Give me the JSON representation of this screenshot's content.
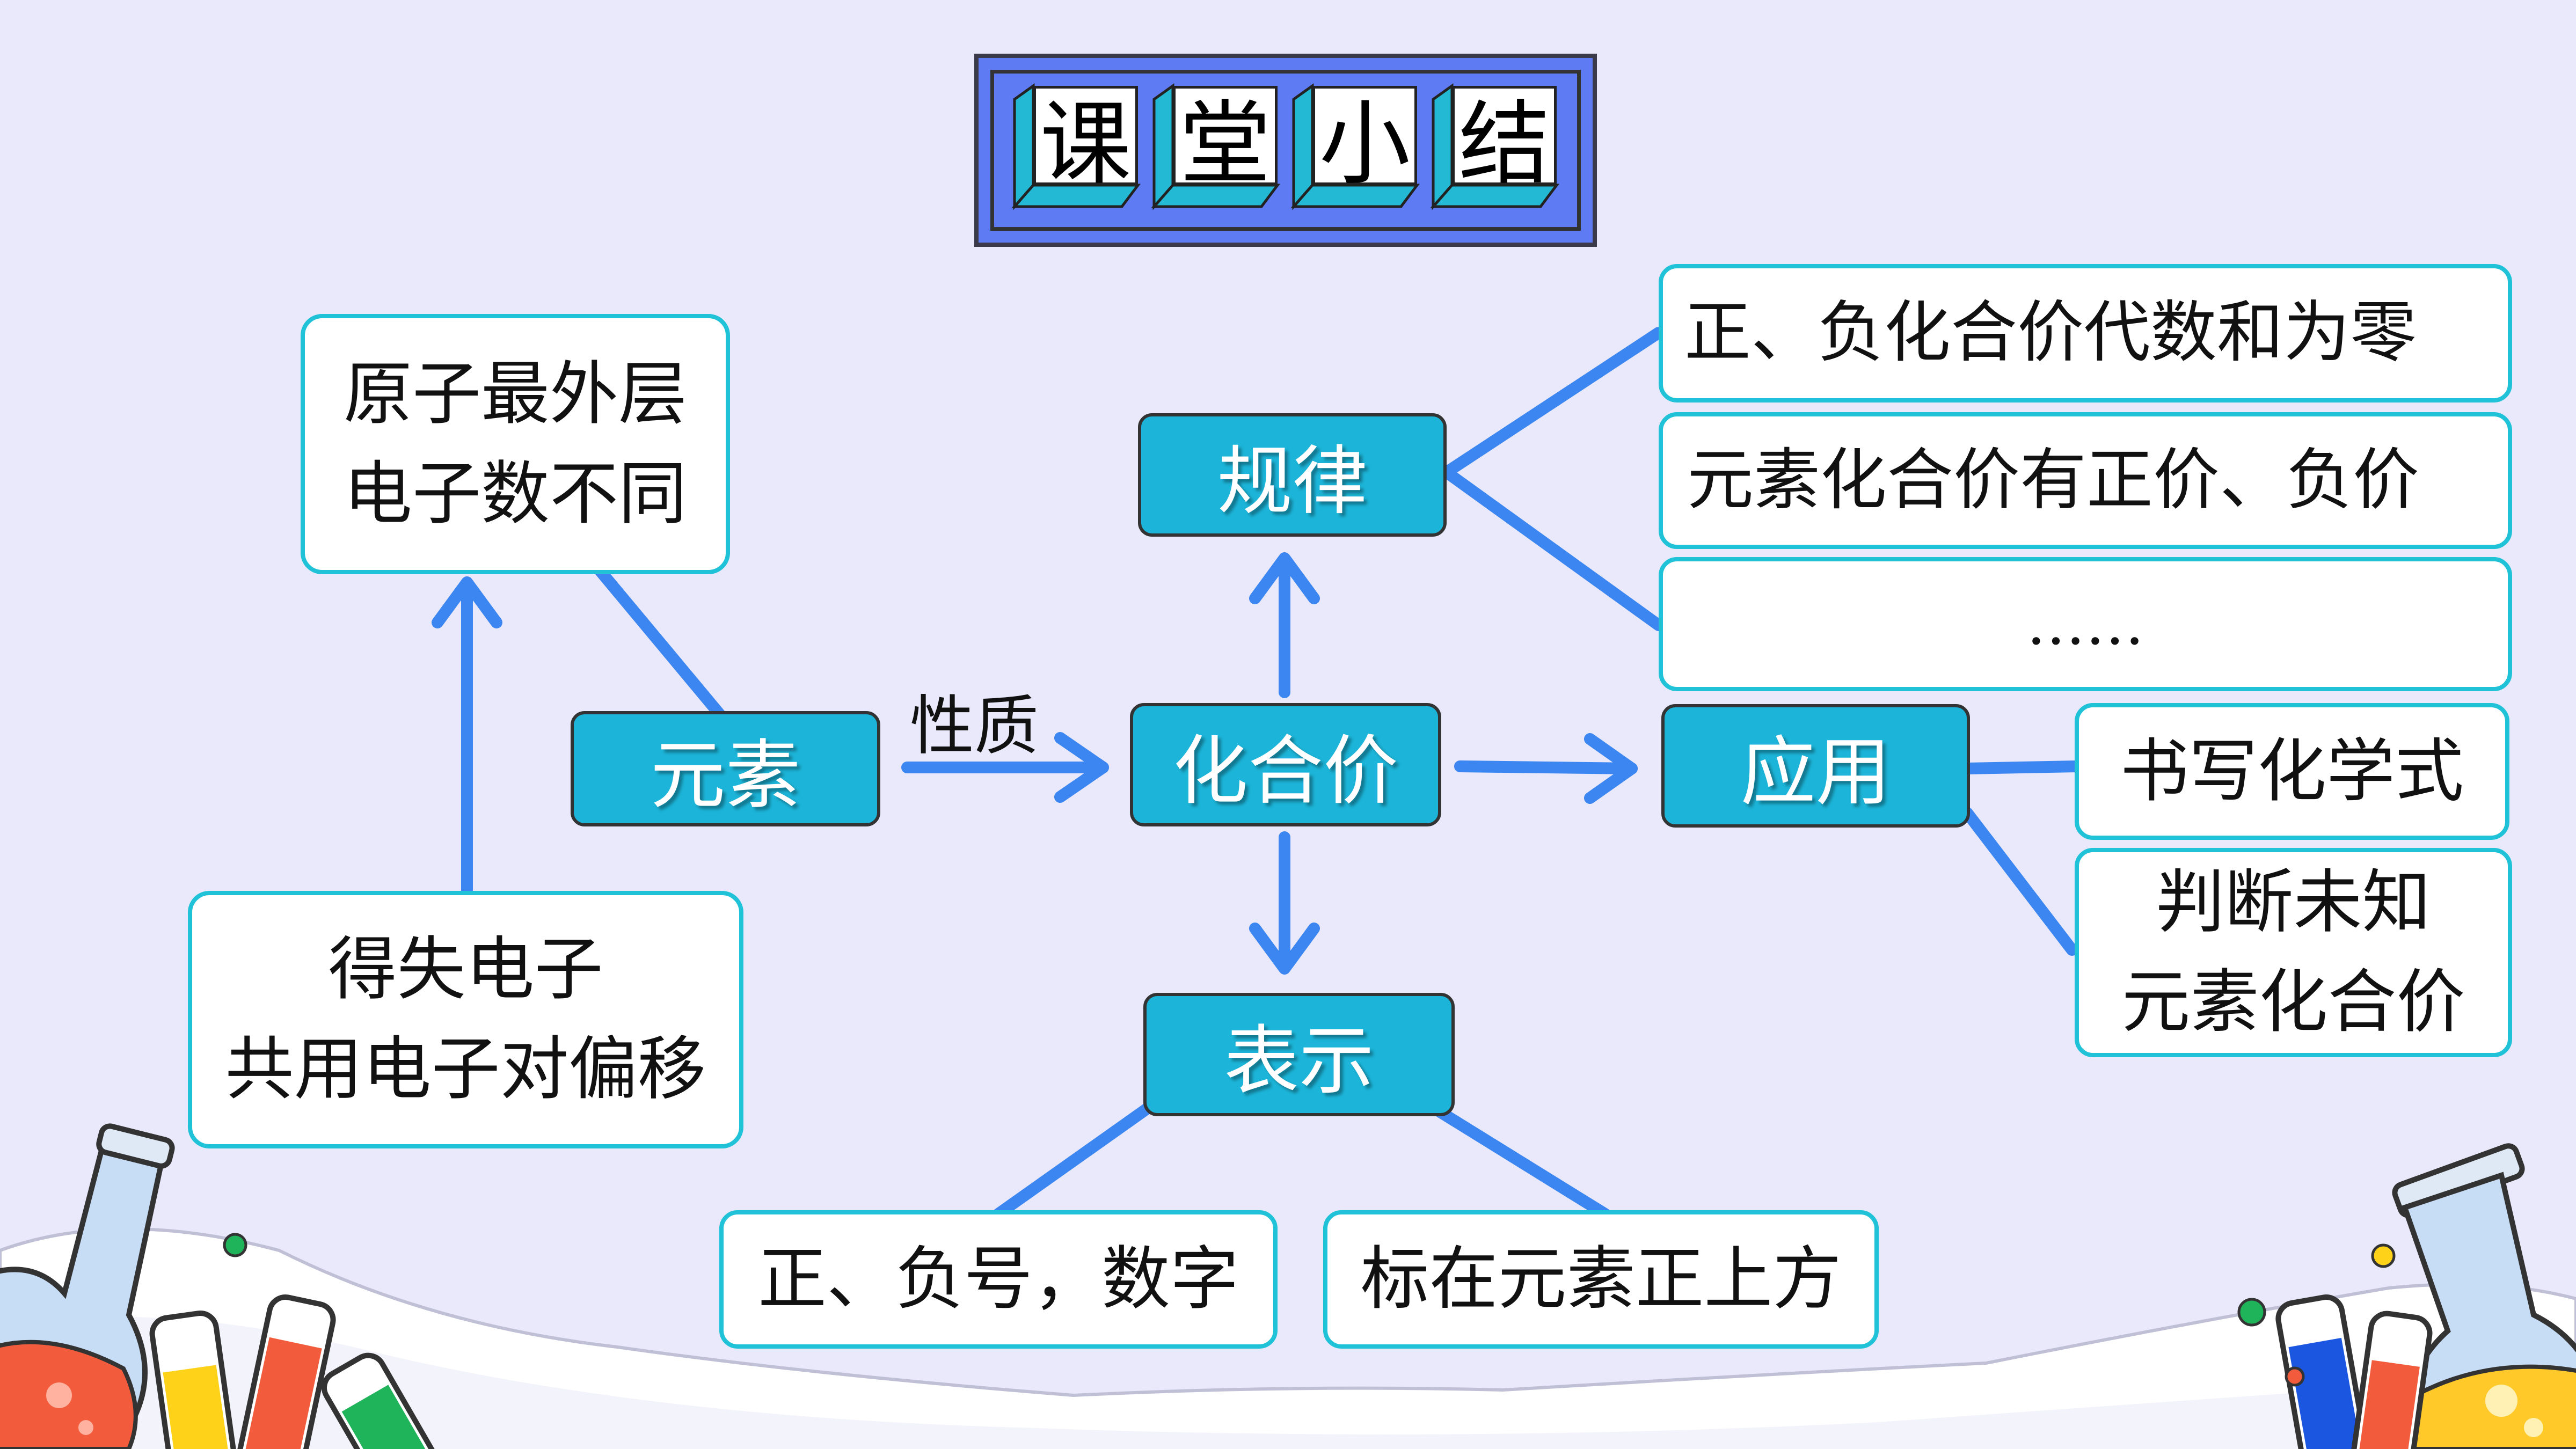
{
  "title": {
    "chars": [
      "课",
      "堂",
      "小",
      "结"
    ]
  },
  "center_node": "化合价",
  "nodes": {
    "element": "元素",
    "rules": "规律",
    "application": "应用",
    "representation": "表示"
  },
  "edge_label": "性质",
  "element_boxes": {
    "outer_electrons": "原子最外层\n电子数不同",
    "gain_lose": "得失电子\n共用电子对偏移"
  },
  "rule_items": [
    "正、负化合价代数和为零",
    "元素化合价有正价、负价",
    "……"
  ],
  "application_items": [
    "书写化学式",
    "判断未知\n元素化合价"
  ],
  "representation_items": [
    "正、负号，数字",
    "标在元素正上方"
  ],
  "colors": {
    "background": "#e9e9fb",
    "teal_node": "#1cb5d9",
    "box_border": "#20c2d8",
    "connector": "#3b86f0"
  }
}
